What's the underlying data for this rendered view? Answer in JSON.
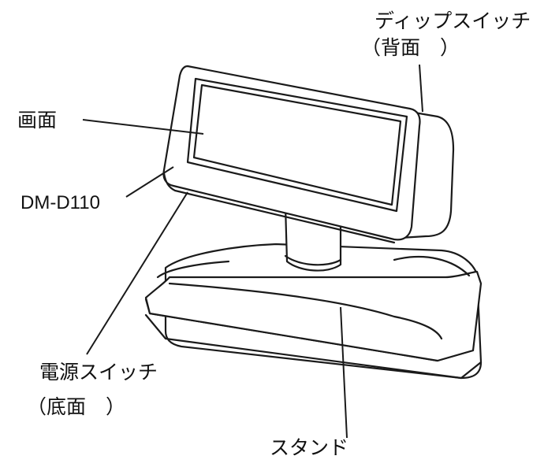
{
  "labels": {
    "dip_switch_line1": "ディップスイッチ",
    "dip_switch_line2": "（背面　）",
    "screen": "画面",
    "model": "DM-D110",
    "power_switch_line1": "電源スイッチ",
    "power_switch_line2": "（底面　）",
    "stand": "スタンド"
  }
}
